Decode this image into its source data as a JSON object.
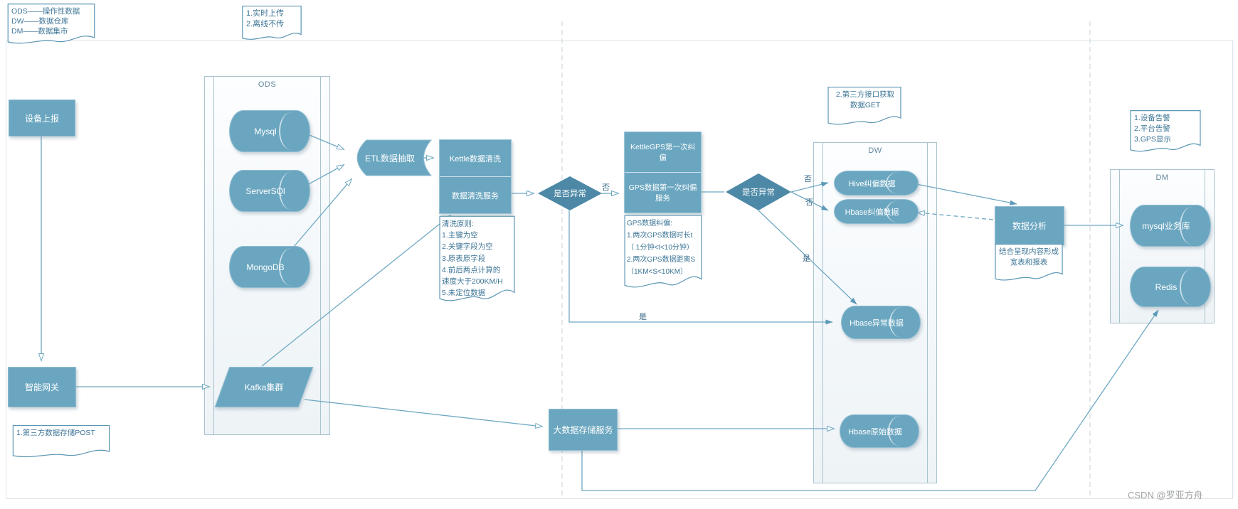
{
  "watermark": "CSDN @罗亚方舟",
  "colors": {
    "shape_fill": "#6ba6c0",
    "diamond_fill": "#4d89a6",
    "connector": "#6fa8c2",
    "note_text": "#3d7596"
  },
  "legend_note": {
    "line1": "ODS——操作性数据",
    "line2": "DW——数据仓库",
    "line3": "DM——数据集市"
  },
  "notes": {
    "upload": {
      "line1": "1.实时上传",
      "line2": "2.离线不传"
    },
    "post": {
      "line1": "1.第三方数据存储POST"
    },
    "clean": {
      "title": "清洗原则:",
      "line1": "1.主键为空",
      "line2": "2.关键字段为空",
      "line3": "3.原表原字段",
      "line4": "4.前后两点计算的",
      "line5": "速度大于200KM/H",
      "line6": "5.未定位数据"
    },
    "gps": {
      "title": "GPS数据纠偏:",
      "line1": "1.两次GPS数据时长t",
      "line2": "（ 1分钟<t<10分钟）",
      "line3": "2.两次GPS数据距离S",
      "line4": "（1KM<S<10KM）"
    },
    "get": {
      "line1": "2.第三方接口获取",
      "line2": "数据GET"
    },
    "report": {
      "line1": "结合呈现内容形成",
      "line2": "宽表和报表"
    },
    "alerts": {
      "line1": "1.设备告警",
      "line2": "2.平台告警",
      "line3": "3.GPS显示"
    }
  },
  "containers": {
    "ods": "ODS",
    "dw": "DW",
    "dm": "DM"
  },
  "nodes": {
    "device": "设备上报",
    "gateway": "智能网关",
    "mysql": "Mysql",
    "serversql": "ServerSQl",
    "mongodb": "MongoDB",
    "kafka": "Kafka集群",
    "etl": "ETL数据抽取",
    "kettle_clean": "Kettle数据清洗",
    "clean_service": "数据清洗服务",
    "decision1": "是否异常",
    "gps_correct": "KettleGPS第一次纠偏",
    "gps_service": "GPS数据第一次纠偏服务",
    "decision2": "是否异常",
    "hive": "Hive纠偏数据",
    "hbase_fix": "Hbase纠偏数据",
    "hbase_abnormal": "Hbase异常数据",
    "hbase_raw": "Hbase原始数据",
    "analysis": "数据分析",
    "mysql_biz": "mysql业务库",
    "redis": "Redis",
    "bigdata": "大数据存储服务"
  },
  "edge_labels": {
    "no1": "否",
    "no2": "否",
    "no3": "否",
    "yes1": "是",
    "yes2": "是"
  }
}
